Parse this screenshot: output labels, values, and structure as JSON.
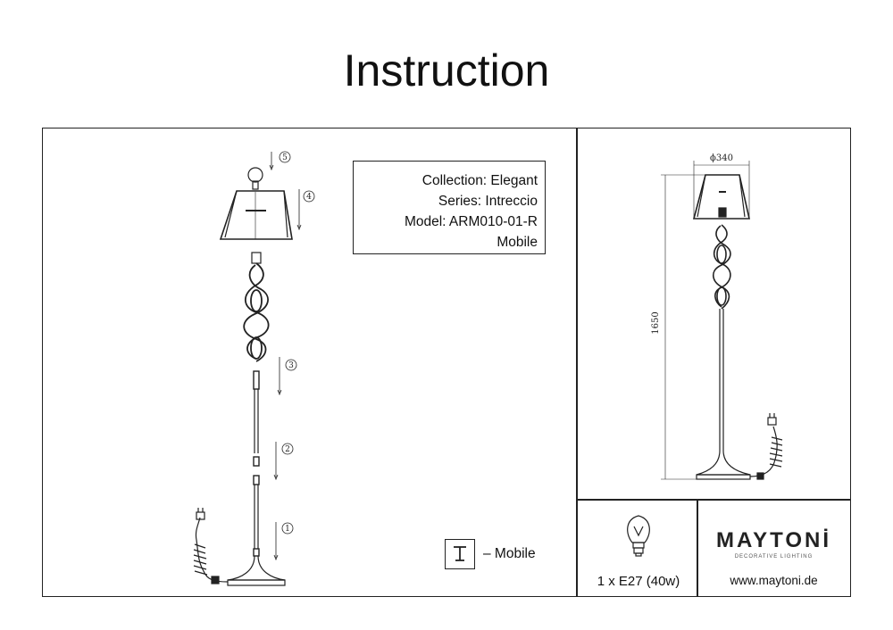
{
  "title": "Instruction",
  "info": {
    "collection": "Collection: Elegant",
    "series": "Series: Intreccio",
    "model": "Model: ARM010-01-R",
    "variant": "Mobile"
  },
  "legend": {
    "mobile_label": "– Mobile"
  },
  "steps": [
    "1",
    "2",
    "3",
    "4",
    "5"
  ],
  "dimensions": {
    "diameter": "ϕ340",
    "height": "1650"
  },
  "bulb": {
    "spec": "1 x E27 (40w)"
  },
  "brand": {
    "name": "MAYTONİ",
    "tagline": "DECORATIVE LIGHTING",
    "website": "www.maytoni.de"
  }
}
